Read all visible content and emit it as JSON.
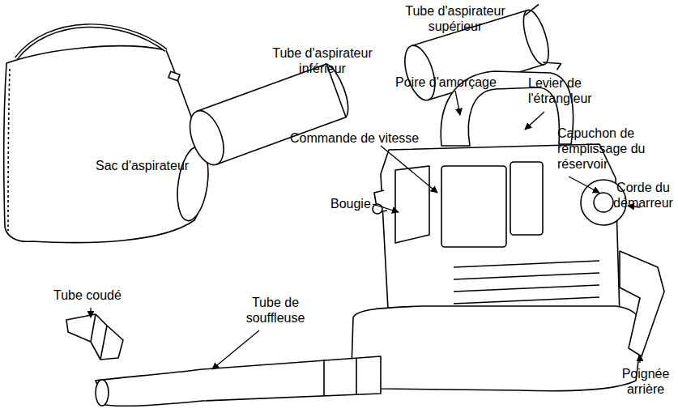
{
  "diagram": {
    "labels": [
      "Tube d'aspirateur supérieur",
      "Tube d'aspirateur inférieur",
      "Sac d'aspirateur",
      "Poire d'amorçage",
      "Levier de l'étrangleur",
      "Capuchon de remplissage du réservoir",
      "Commande de vitesse",
      "Corde du démarreur",
      "Bougie",
      "Tube coudé",
      "Tube de souffleuse",
      "Poignée arrière"
    ]
  }
}
